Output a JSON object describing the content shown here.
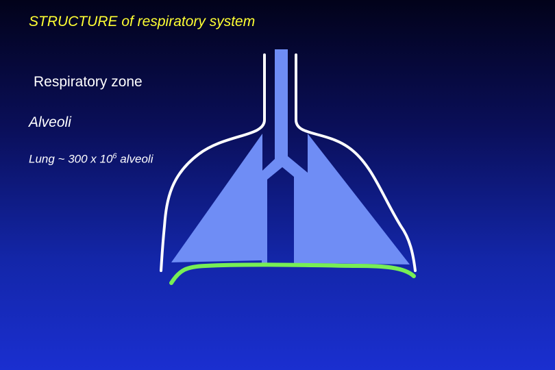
{
  "slide": {
    "title": "STRUCTURE of respiratory system",
    "respiratory_zone": "Respiratory zone",
    "alveoli": "Alveoli",
    "lung_count": {
      "prefix": "Lung ~ 300 x 10",
      "exponent": "6",
      "suffix": " alveoli"
    }
  },
  "colors": {
    "airway": "#6f8df5",
    "pleura": "#ffffff",
    "diaphragm": "#77ee55",
    "title": "#ffff33"
  }
}
